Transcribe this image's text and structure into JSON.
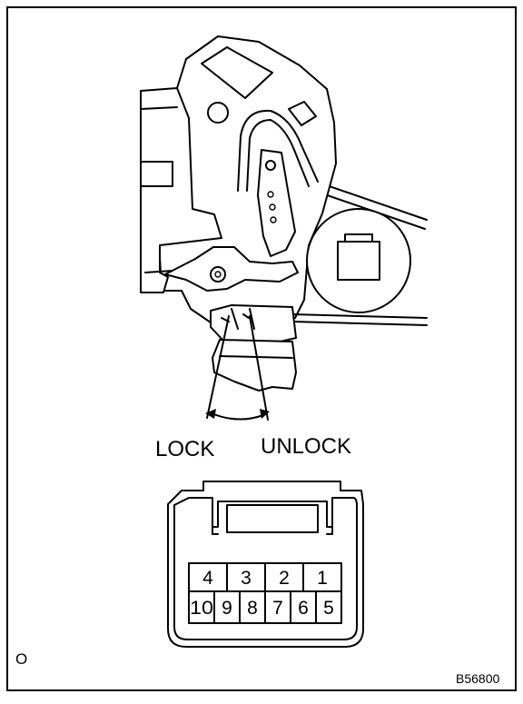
{
  "labels": {
    "lock": "LOCK",
    "unlock": "UNLOCK"
  },
  "connector": {
    "pins_top": [
      "4",
      "3",
      "2",
      "1"
    ],
    "pins_bottom": [
      "10",
      "9",
      "8",
      "7",
      "6",
      "5"
    ]
  },
  "corner_mark": "O",
  "figure_code": "B56800"
}
